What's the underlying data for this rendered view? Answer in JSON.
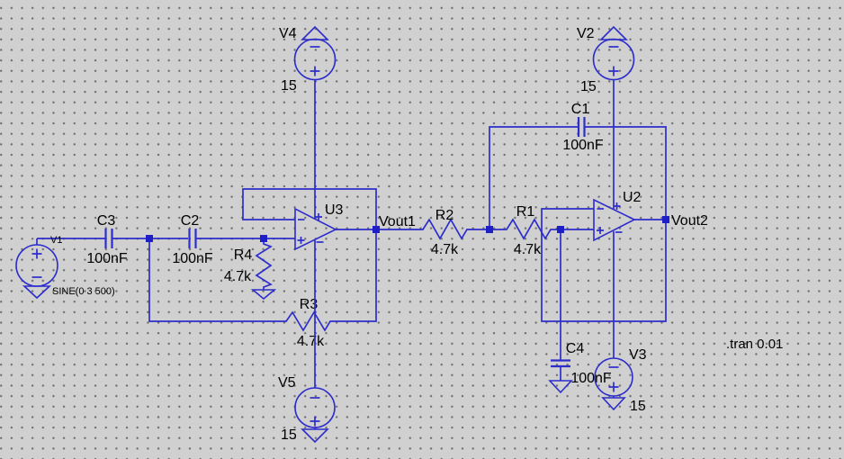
{
  "colors": {
    "background": "#d0d0d0",
    "grid_dot": "#6e6e6e",
    "wire": "#2d2dcb",
    "junction": "#1f1fc8",
    "text": "#000000"
  },
  "directive": {
    "text": ".tran 0.01"
  },
  "nets": {
    "vout1": {
      "label": "Vout1"
    },
    "vout2": {
      "label": "Vout2"
    }
  },
  "components": {
    "V1": {
      "name": "V1",
      "value": "SINE(0 3 500)"
    },
    "V2": {
      "name": "V2",
      "value": "15"
    },
    "V3": {
      "name": "V3",
      "value": "15"
    },
    "V4": {
      "name": "V4",
      "value": "15"
    },
    "V5": {
      "name": "V5",
      "value": "15"
    },
    "C1": {
      "name": "C1",
      "value": "100nF"
    },
    "C2": {
      "name": "C2",
      "value": "100nF"
    },
    "C3": {
      "name": "C3",
      "value": "100nF"
    },
    "C4": {
      "name": "C4",
      "value": "100nF"
    },
    "R1": {
      "name": "R1",
      "value": "4.7k"
    },
    "R2": {
      "name": "R2",
      "value": "4.7k"
    },
    "R3": {
      "name": "R3",
      "value": "4.7k"
    },
    "R4": {
      "name": "R4",
      "value": "4.7k"
    },
    "U2": {
      "name": "U2"
    },
    "U3": {
      "name": "U3"
    }
  }
}
